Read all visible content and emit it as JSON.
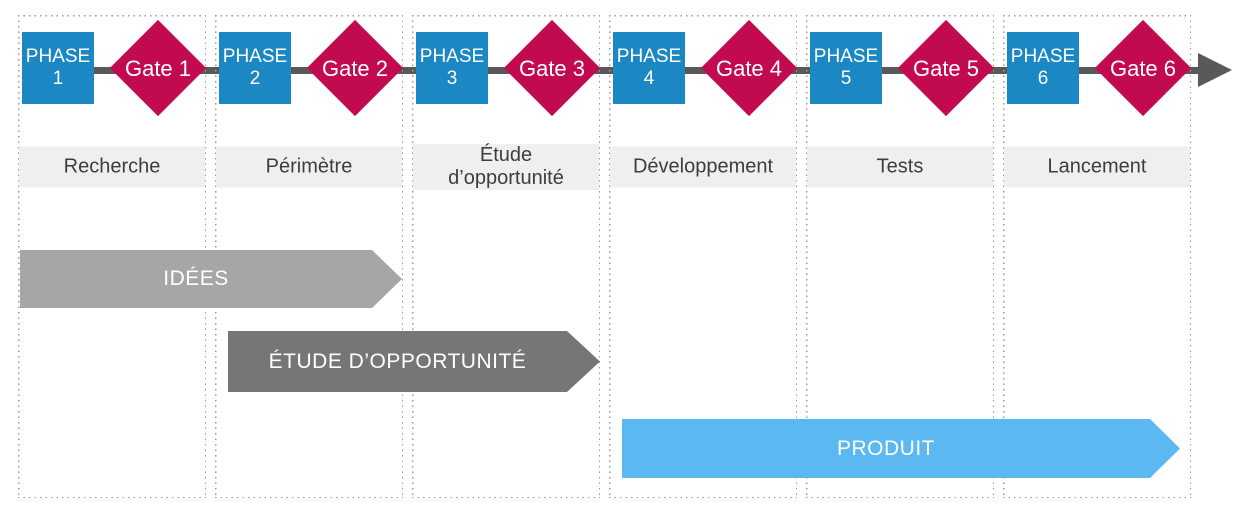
{
  "diagram": {
    "columns": [
      {
        "phase_word": "PHASE",
        "phase_number": "1",
        "gate_label": "Gate 1",
        "stage_label": "Recherche"
      },
      {
        "phase_word": "PHASE",
        "phase_number": "2",
        "gate_label": "Gate 2",
        "stage_label": "Périmètre"
      },
      {
        "phase_word": "PHASE",
        "phase_number": "3",
        "gate_label": "Gate 3",
        "stage_label": "Étude\nd’opportunité"
      },
      {
        "phase_word": "PHASE",
        "phase_number": "4",
        "gate_label": "Gate 4",
        "stage_label": "Développement"
      },
      {
        "phase_word": "PHASE",
        "phase_number": "5",
        "gate_label": "Gate 5",
        "stage_label": "Tests"
      },
      {
        "phase_word": "PHASE",
        "phase_number": "6",
        "gate_label": "Gate 6",
        "stage_label": "Lancement"
      }
    ],
    "flow_arrows": [
      {
        "label": "IDÉES",
        "color": "#a6a6a6"
      },
      {
        "label": "ÉTUDE D’OPPORTUNITÉ",
        "color": "#767676"
      },
      {
        "label": "PRODUIT",
        "color": "#5bb8f0"
      }
    ],
    "colors": {
      "phase_blue": "#1b87c3",
      "gate_red": "#c20a50",
      "timeline_gray": "#595959",
      "stage_band_bg": "#efefef",
      "stage_band_text": "#3d3d3d"
    }
  }
}
